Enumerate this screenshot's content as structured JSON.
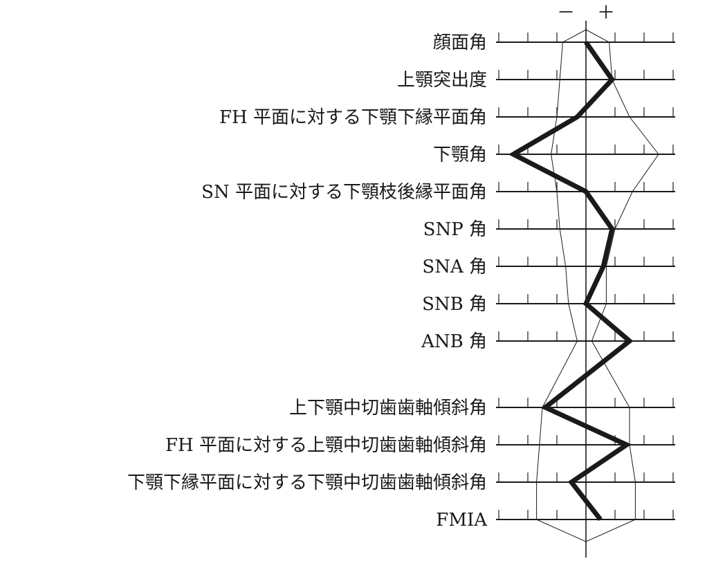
{
  "chart_data": {
    "type": "line",
    "title": "",
    "xlabel": "",
    "ylabel": "",
    "signs": {
      "minus": "－",
      "plus": "＋"
    },
    "units": "SD",
    "xlim": [
      -3,
      3
    ],
    "ticks": [
      -3,
      -2,
      -1,
      1,
      2,
      3
    ],
    "categories": [
      "顔面角",
      "上顎突出度",
      "FH 平面に対する下顎下縁平面角",
      "下顎角",
      "SN 平面に対する下顎枝後縁平面角",
      "SNP 角",
      "SNA 角",
      "SNB 角",
      "ANB 角",
      "上下顎中切歯歯軸傾斜角",
      "FH 平面に対する上顎中切歯歯軸傾斜角",
      "下顎下縁平面に対する下顎中切歯歯軸傾斜角",
      "FMIA"
    ],
    "gap_after_index": 8,
    "series": [
      {
        "values": [
          0,
          0.9,
          -0.3,
          -2.5,
          0,
          0.9,
          0.6,
          0,
          1.5,
          -1.4,
          1.4,
          -0.5,
          0.5
        ]
      },
      {
        "values": [
          -0.8,
          -0.9,
          -1.0,
          -1.2,
          -1.0,
          -0.9,
          -0.7,
          -0.6,
          -0.3,
          -1.5,
          -1.6,
          -1.7,
          -1.7
        ]
      },
      {
        "values": [
          0.8,
          0.9,
          1.5,
          2.5,
          1.6,
          1.0,
          0.7,
          0.7,
          0.2,
          1.5,
          1.5,
          1.7,
          1.7
        ]
      }
    ]
  }
}
